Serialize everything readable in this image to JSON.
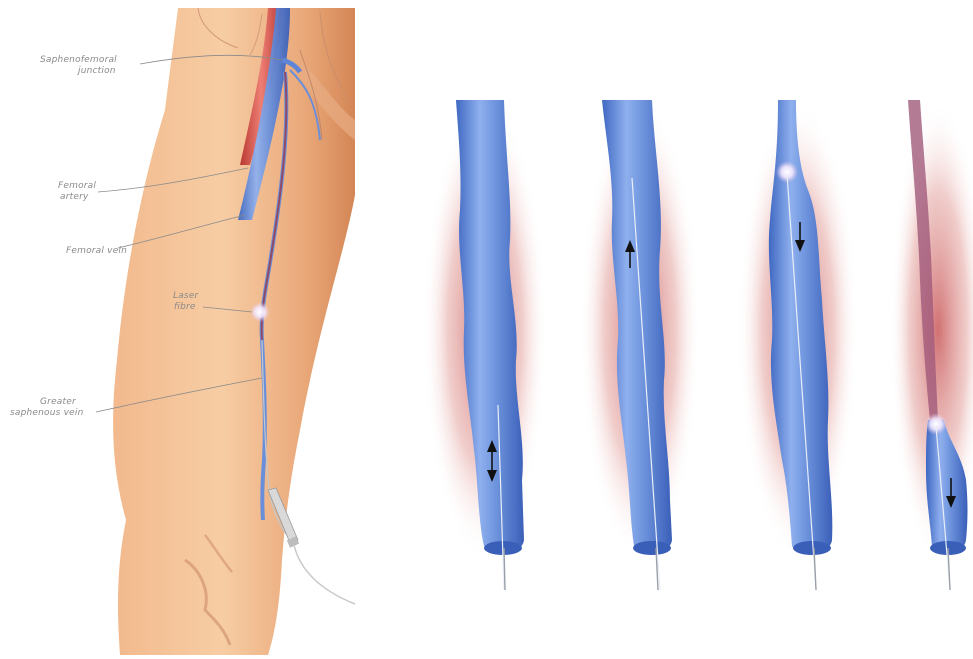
{
  "labels": {
    "saphenofemoral_junction": [
      "Saphenofemoral",
      "junction"
    ],
    "femoral_artery": [
      "Femoral",
      "artery"
    ],
    "femoral_vein": [
      "Femoral vein"
    ],
    "laser_fibre": [
      "Laser",
      "fibre"
    ],
    "great_saphenous_vein": [
      "Greater",
      "saphenous vein"
    ]
  },
  "stages": [
    {
      "id": "stage-1",
      "arrow": "up-down"
    },
    {
      "id": "stage-2",
      "arrow": "up"
    },
    {
      "id": "stage-3",
      "arrow": "down"
    },
    {
      "id": "stage-4",
      "arrow": "down"
    }
  ],
  "colors": {
    "skin_light": "#f6c79c",
    "skin_dark": "#d78a5c",
    "vein_blue": "#5f86d6",
    "vein_light": "#9fbcf0",
    "artery_red": "#d84b43",
    "tissue_red": "#c9585a"
  }
}
